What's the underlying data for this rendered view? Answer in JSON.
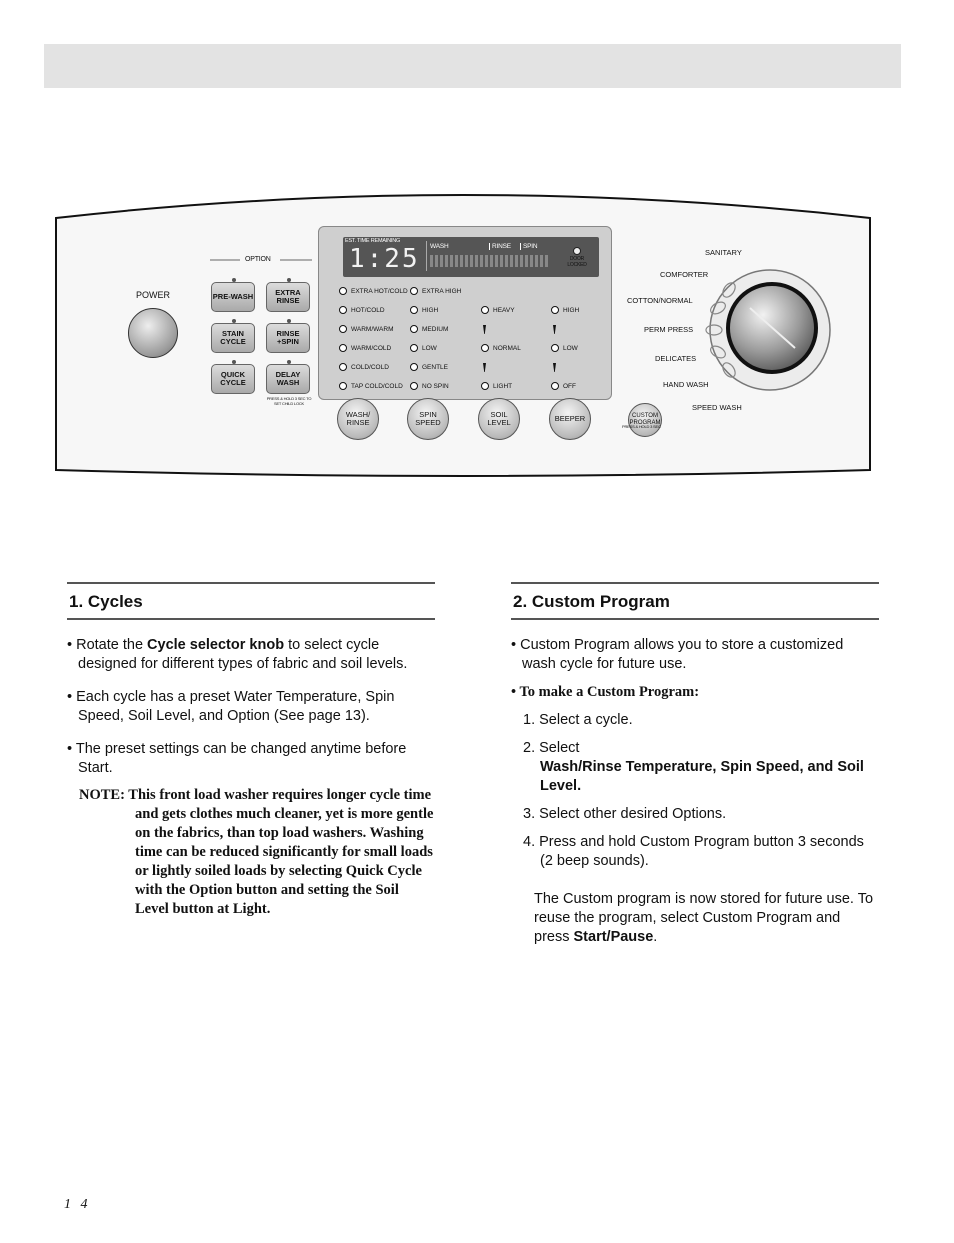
{
  "panel": {
    "power_label": "POWER",
    "option_label": "OPTION",
    "option_buttons": [
      "PRE-WASH",
      "EXTRA RINSE",
      "STAIN CYCLE",
      "RINSE +SPIN",
      "QUICK CYCLE",
      "DELAY WASH"
    ],
    "delay_note": "PRESS & HOLD 3 SEC TO SET CHILD LOCK",
    "time_remaining_label": "EST. TIME REMAINING",
    "time_value": "1:25",
    "status_labels": [
      "WASH",
      "RINSE",
      "SPIN"
    ],
    "door_locked": "DOOR LOCKED",
    "wash_temps": [
      "EXTRA HOT/COLD",
      "HOT/COLD",
      "WARM/WARM",
      "WARM/COLD",
      "COLD/COLD",
      "TAP COLD/COLD"
    ],
    "spin_speeds": [
      "EXTRA HIGH",
      "HIGH",
      "MEDIUM",
      "LOW",
      "GENTLE",
      "NO SPIN"
    ],
    "soil_levels": [
      "HEAVY",
      "NORMAL",
      "LIGHT"
    ],
    "beeper_levels": [
      "HIGH",
      "LOW",
      "OFF"
    ],
    "round_buttons": [
      "WASH/ RINSE",
      "SPIN SPEED",
      "SOIL LEVEL",
      "BEEPER"
    ],
    "custom_program": "CUSTOM PROGRAM",
    "custom_note": "PRESS & HOLD 3 SEC",
    "cycles": [
      "SANITARY",
      "COMFORTER",
      "COTTON/NORMAL",
      "PERM PRESS",
      "DELICATES",
      "HAND WASH",
      "SPEED WASH"
    ]
  },
  "section1": {
    "title": "1. Cycles",
    "bullet1_pre": "• Rotate the ",
    "bullet1_bold": "Cycle selector knob",
    "bullet1_post": "  to select cycle designed for different types of fabric and soil levels.",
    "bullet2": "• Each cycle has a preset Water Temperature, Spin Speed, Soil Level, and Option (See page 13).",
    "bullet3": "• The preset settings can be changed anytime before Start.",
    "note": "NOTE: This front load washer requires longer cycle time and gets clothes much cleaner, yet is more gentle on the fabrics, than top load washers. Washing time can be reduced significantly for small loads or lightly soiled loads by selecting Quick Cycle with the Option button and setting the Soil Level button at Light."
  },
  "section2": {
    "title": "2. Custom Program",
    "bullet1": "• Custom Program allows you to store a customized wash cycle for future use.",
    "subhead": "• To make a Custom Program:",
    "step1": "1. Select a cycle.",
    "step2_pre": "2. Select",
    "step2_bold": "Wash/Rinse Temperature, Spin Speed, and Soil Level.",
    "step3": "3. Select other desired Options.",
    "step4": "4. Press and hold Custom Program button 3 seconds (2 beep sounds).",
    "stored_pre": "The Custom program is now stored for future use. To reuse the program, select Custom Program and press ",
    "stored_bold": "Start/Pause",
    "stored_post": "."
  },
  "page_number": "1 4"
}
